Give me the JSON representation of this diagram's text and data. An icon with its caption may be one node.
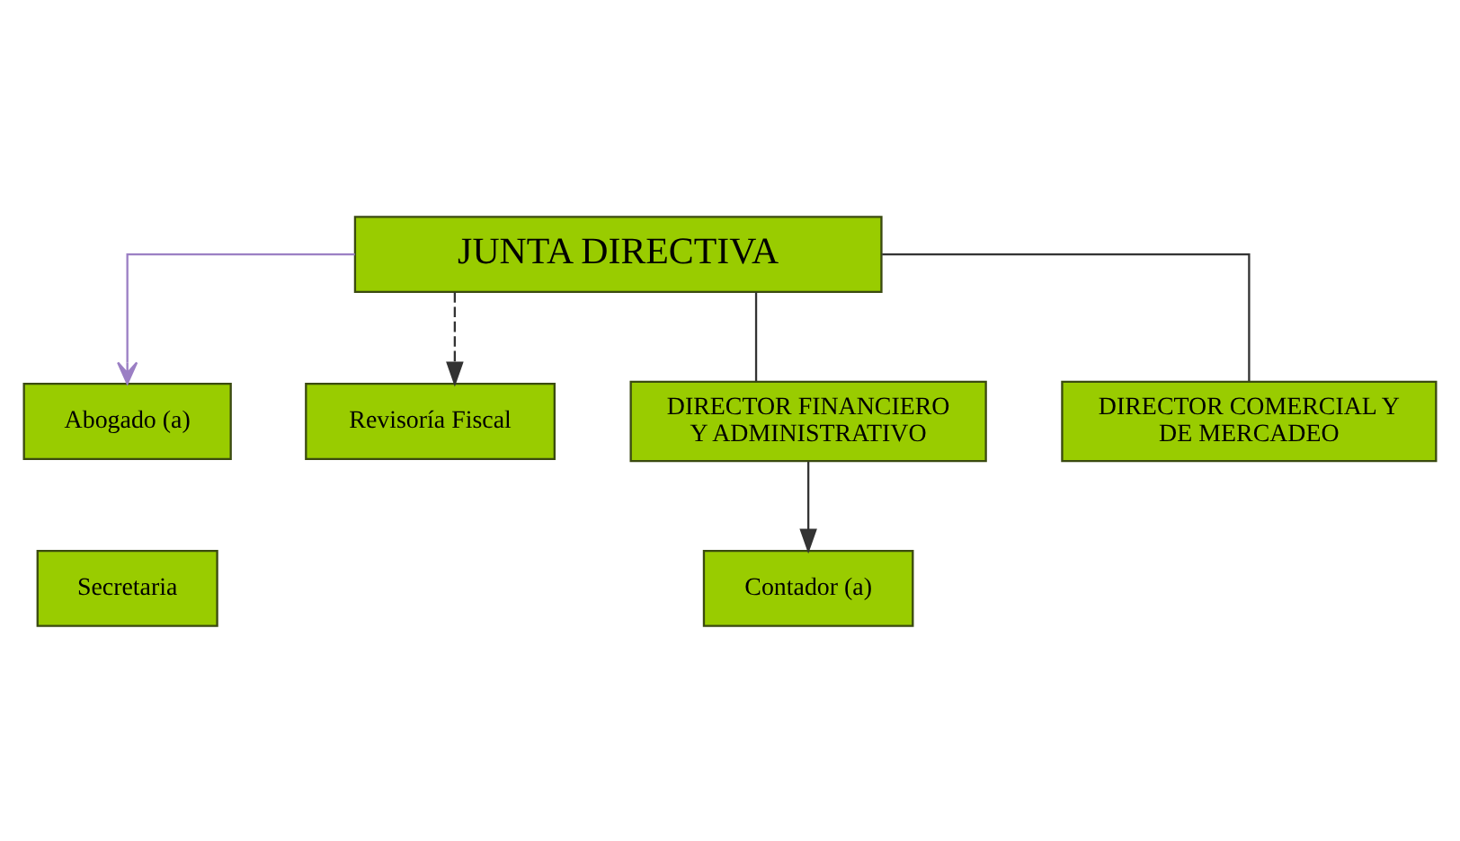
{
  "diagram": {
    "nodes": [
      {
        "text": [
          "JUNTA DIRECTIVA"
        ]
      },
      {
        "text": [
          "Abogado (a)"
        ]
      },
      {
        "text": [
          "Secretaria"
        ]
      },
      {
        "text": [
          "Revisoría Fiscal"
        ]
      },
      {
        "text": [
          "DIRECTOR FINANCIERO Y ADMINISTRATIVO"
        ]
      },
      {
        "text": [
          "DIRECTOR COMERCIAL Y DE MERCADEO"
        ]
      },
      {
        "text": [
          "Contador (a)"
        ]
      }
    ],
    "edges": [
      {
        "from": 0,
        "to": 1,
        "arrow": "to",
        "color": "#9b7fc4"
      },
      {
        "from": 0,
        "to": 3,
        "arrow": "to",
        "style": "dashed"
      },
      {
        "from": 0,
        "to": 4,
        "arrow": "none"
      },
      {
        "from": 0,
        "to": 5,
        "arrow": "none"
      },
      {
        "from": 4,
        "to": 6,
        "arrow": "to"
      }
    ]
  }
}
